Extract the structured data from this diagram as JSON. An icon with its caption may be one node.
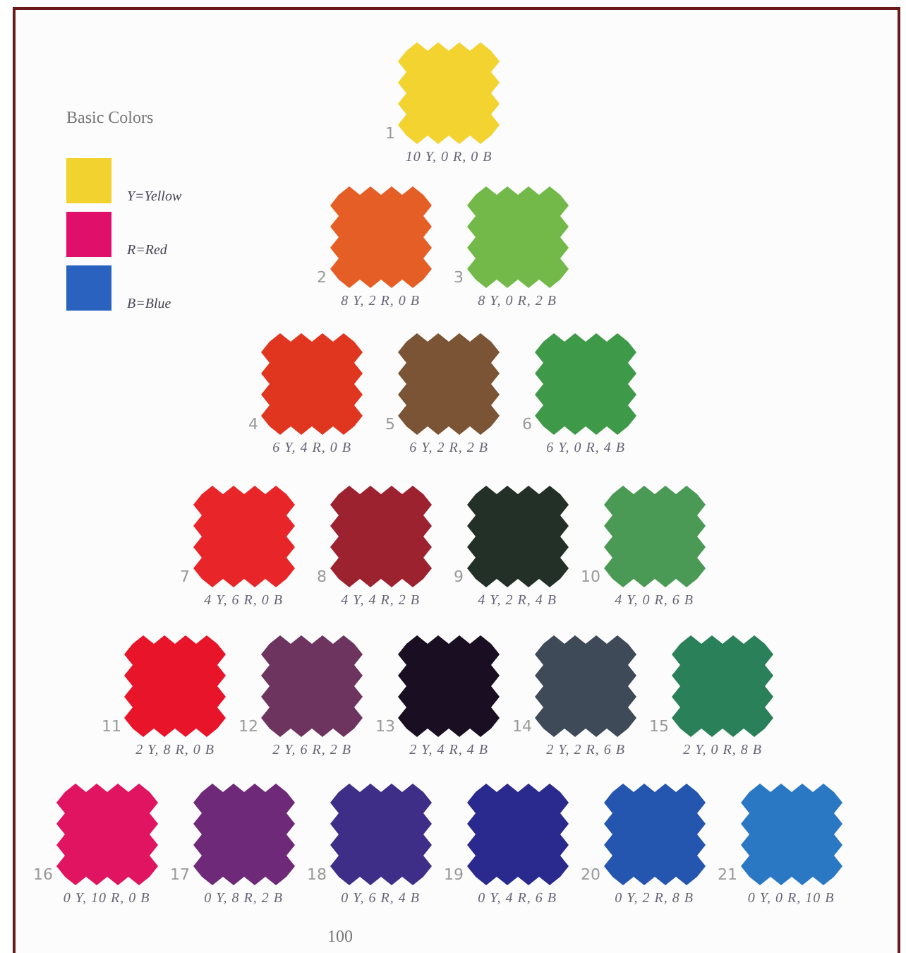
{
  "diagram": {
    "nodes": [
      {
        "text": [],
        "shape": "box",
        "beside": [
          "1",
          "10 Y, 0 R, 0 B"
        ]
      },
      {
        "text": [],
        "shape": "box",
        "beside": [
          "2",
          "8 Y, 2 R, 0 B"
        ]
      },
      {
        "text": [],
        "shape": "box",
        "beside": [
          "3",
          "8 Y, 0 R, 2 B"
        ]
      },
      {
        "text": [],
        "shape": "box",
        "beside": [
          "4",
          "6 Y, 4 R, 0 B"
        ]
      },
      {
        "text": [],
        "shape": "box",
        "beside": [
          "5",
          "6 Y, 2 R, 2 B"
        ]
      },
      {
        "text": [],
        "shape": "box",
        "beside": [
          "6",
          "6 Y, 0 R, 4 B"
        ]
      },
      {
        "text": [],
        "shape": "box",
        "beside": [
          "7",
          "4 Y, 6 R, 0 B"
        ]
      },
      {
        "text": [],
        "shape": "box",
        "beside": [
          "8",
          "4 Y, 4 R, 2 B"
        ]
      },
      {
        "text": [],
        "shape": "box",
        "beside": [
          "9",
          "4 Y, 2 R, 4 B"
        ]
      },
      {
        "text": [],
        "shape": "box",
        "beside": [
          "10",
          "4 Y, 0 R, 6 B"
        ]
      },
      {
        "text": [],
        "shape": "box",
        "beside": [
          "11",
          "2 Y, 8 R, 0 B"
        ]
      },
      {
        "text": [],
        "shape": "box",
        "beside": [
          "12",
          "2 Y, 6 R, 2 B"
        ]
      },
      {
        "text": [],
        "shape": "box",
        "beside": [
          "13",
          "2 Y, 4 R, 4 B"
        ]
      },
      {
        "text": [],
        "shape": "box",
        "beside": [
          "14",
          "2 Y, 2 R, 6 B"
        ]
      },
      {
        "text": [],
        "shape": "box",
        "beside": [
          "15",
          "2 Y, 0 R, 8 B"
        ]
      },
      {
        "text": [],
        "shape": "box",
        "beside": [
          "16",
          "0 Y, 10 R, 0 B"
        ]
      },
      {
        "text": [],
        "shape": "box",
        "beside": [
          "17",
          "0 Y, 8 R, 2 B"
        ]
      },
      {
        "text": [],
        "shape": "box",
        "beside": [
          "18",
          "0 Y, 6 R, 4 B"
        ]
      },
      {
        "text": [],
        "shape": "box",
        "beside": [
          "19",
          "0 Y, 4 R, 6 B"
        ]
      },
      {
        "text": [],
        "shape": "box",
        "beside": [
          "20",
          "0 Y, 2 R, 8 B"
        ]
      },
      {
        "text": [],
        "shape": "box",
        "beside": [
          "21",
          "0 Y, 0 R, 10 B"
        ]
      }
    ],
    "labels": [
      "Basic Colors",
      "100"
    ],
    "legend": [
      {
        "text": "Y=Yellow",
        "color": "#f2d22e"
      },
      {
        "text": "R=Red",
        "color": "#e0106a"
      },
      {
        "text": "B=Blue",
        "color": "#2a62c0"
      }
    ]
  }
}
